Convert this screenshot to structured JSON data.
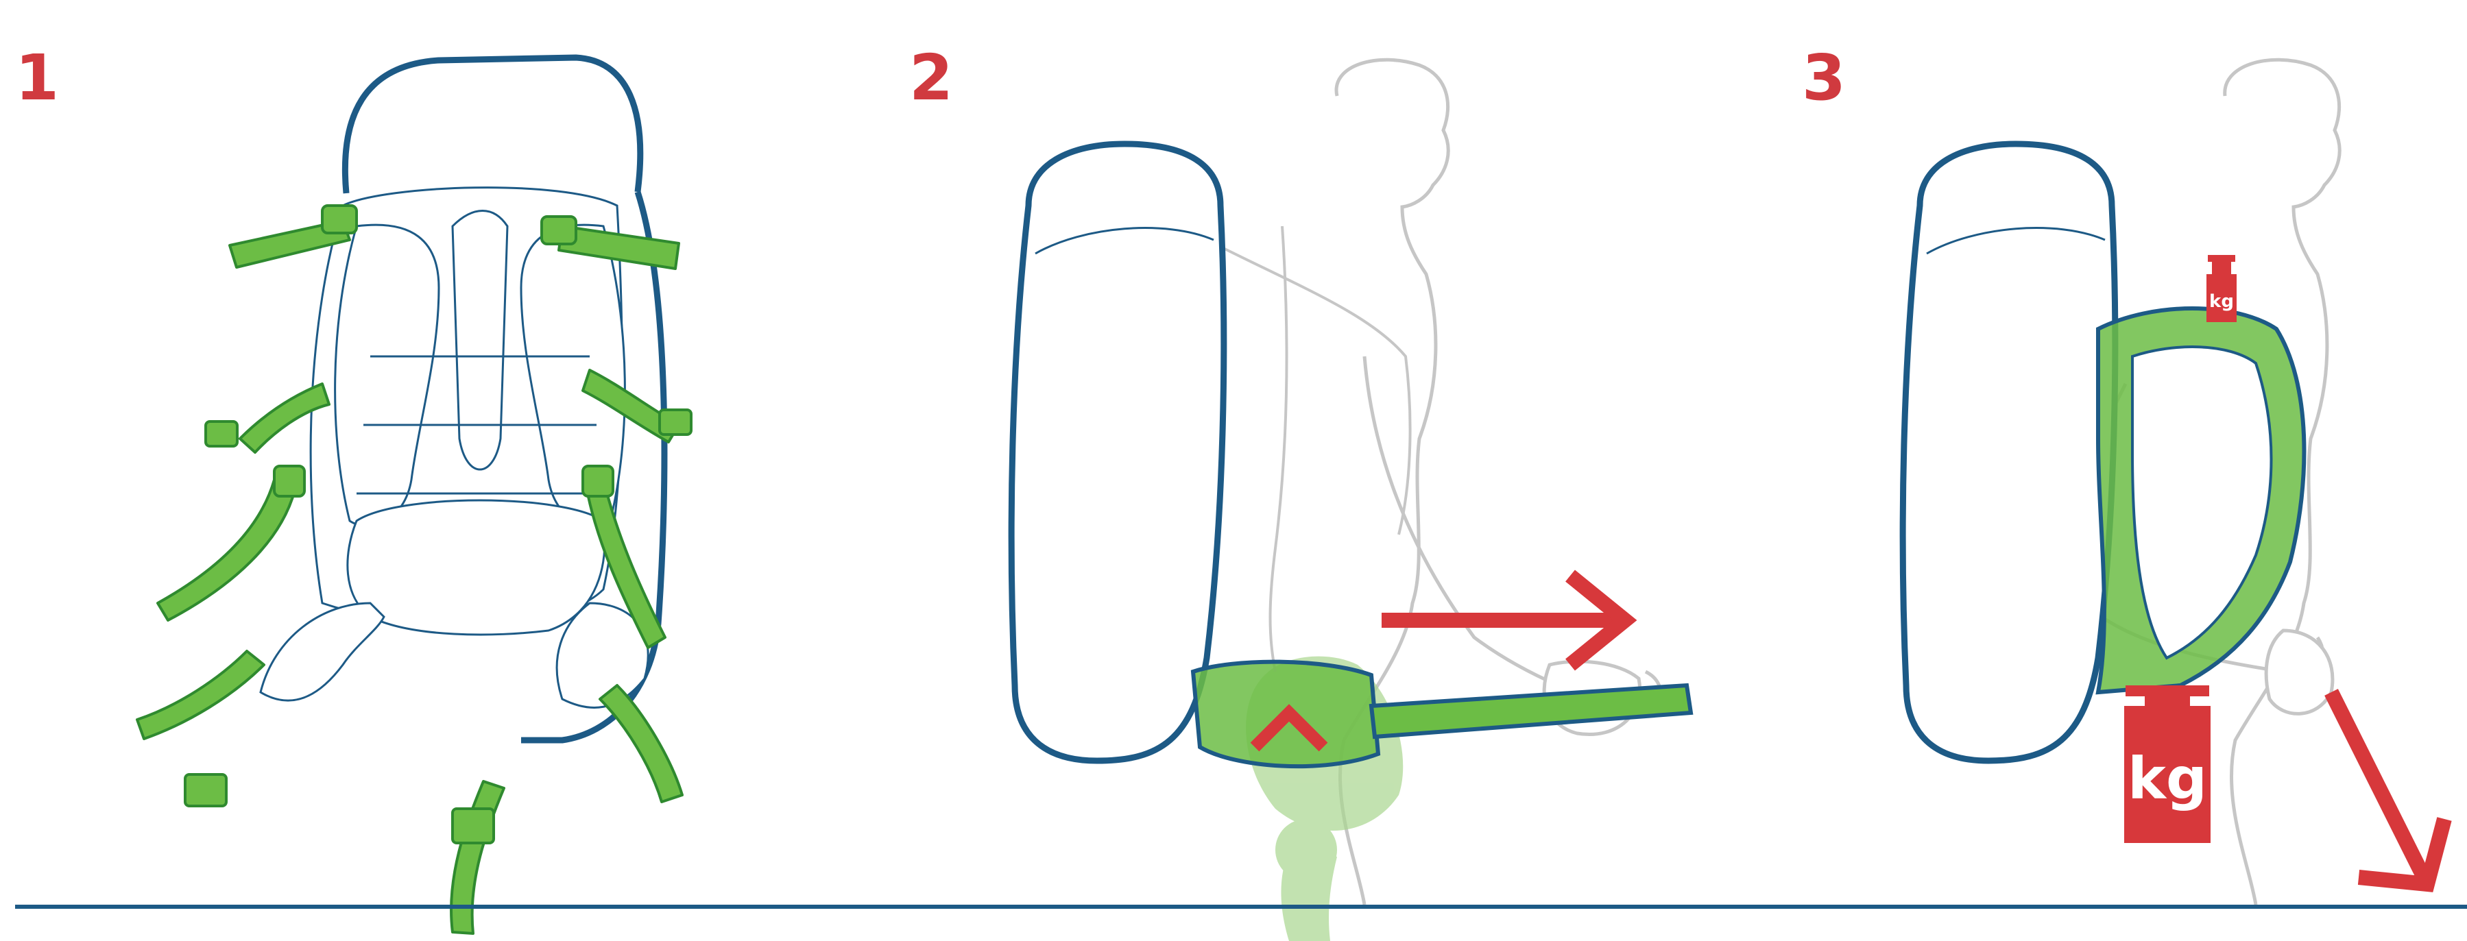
{
  "steps": [
    {
      "number": "1"
    },
    {
      "number": "2"
    },
    {
      "number": "3"
    }
  ],
  "weights": {
    "small_label": "kg",
    "large_label": "kg"
  },
  "colors": {
    "step_number": "#d03a3f",
    "pack_outline": "#1d5a86",
    "straps": "#6cbd45",
    "strap_outline": "#2f8a2f",
    "body_outline": "#c6c6c6",
    "skeleton": "#a9d68f",
    "arrow": "#d7383b",
    "ground_line": "#1d5a86"
  },
  "icons": [
    "step-number",
    "backpack",
    "hip-belt",
    "pull-arrow",
    "weight-kg"
  ]
}
